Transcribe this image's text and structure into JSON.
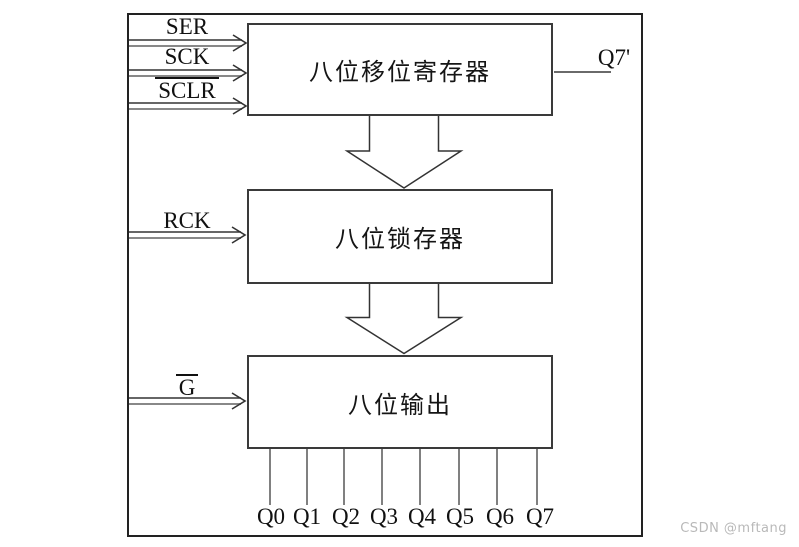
{
  "diagram": {
    "blocks": [
      {
        "label": "八位移位寄存器"
      },
      {
        "label": "八位锁存器"
      },
      {
        "label": "八位输出"
      }
    ],
    "signals": {
      "ser": "SER",
      "sck": "SCK",
      "sclr": "SCLR",
      "rck": "RCK",
      "g": "G",
      "q7_serial": "Q7'"
    },
    "outputs": [
      "Q0",
      "Q1",
      "Q2",
      "Q3",
      "Q4",
      "Q5",
      "Q6",
      "Q7"
    ]
  },
  "watermark": "CSDN @mftang",
  "colors": {
    "line_dark": "#333333",
    "line_gray": "#888888",
    "pin_gray": "#7a7a7a",
    "border": "#3a3a3a",
    "text": "#111111",
    "watermark": "#b9b9b9",
    "background": "#ffffff"
  }
}
